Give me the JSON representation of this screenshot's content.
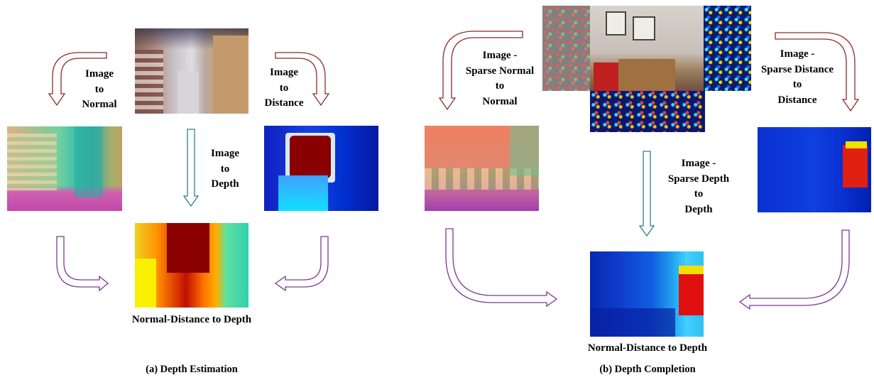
{
  "panel_a": {
    "caption": "(a) Depth Estimation",
    "label_image_to_normal": [
      "Image",
      "to",
      "Normal"
    ],
    "label_image_to_distance": [
      "Image",
      "to",
      "Distance"
    ],
    "label_image_to_depth": [
      "Image",
      "to",
      "Depth"
    ],
    "label_result": "Normal-Distance to Depth"
  },
  "panel_b": {
    "caption": "(b) Depth Completion",
    "label_sparse_normal": [
      "Image -",
      "Sparse Normal",
      "to",
      "Normal"
    ],
    "label_sparse_distance": [
      "Image -",
      "Sparse Distance",
      "to",
      "Distance"
    ],
    "label_sparse_depth": [
      "Image -",
      "Sparse Depth",
      "to",
      "Depth"
    ],
    "label_result": "Normal-Distance to Depth"
  },
  "colors": {
    "red_arrow": "#8b2a2a",
    "teal_arrow": "#2f7f86",
    "purple_arrow": "#7a3a90"
  }
}
